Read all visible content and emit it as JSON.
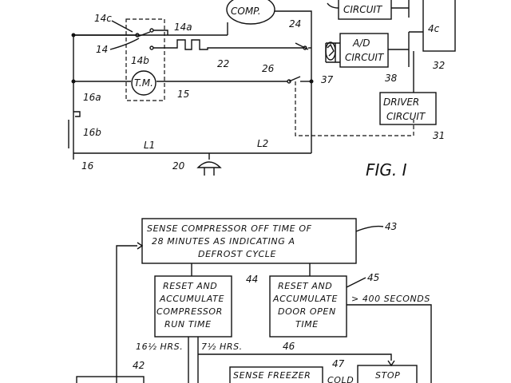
{
  "fig1": {
    "comp": "COMP.",
    "circuit_top": "CIRCUIT",
    "ad_line1": "A/D",
    "ad_line2": "CIRCUIT",
    "driver_line1": "DRIVER",
    "driver_line2": "CIRCUIT",
    "tm": "T.M.",
    "ref_4c": "4c",
    "ref_14c": "14c",
    "ref_14a": "14a",
    "ref_14": "14",
    "ref_14b": "14b",
    "ref_24": "24",
    "ref_22": "22",
    "ref_26": "26",
    "ref_37": "37",
    "ref_38": "38",
    "ref_32": "32",
    "ref_31": "31",
    "ref_15": "15",
    "ref_16a": "16a",
    "ref_16b": "16b",
    "ref_16": "16",
    "ref_20": "20",
    "ref_L1": "L1",
    "ref_L2": "L2",
    "title": "FIG. I"
  },
  "flow": {
    "box43_line1": "SENSE COMPRESSOR OFF TIME OF",
    "box43_line2": "28 MINUTES AS INDICATING A",
    "box43_line3": "DEFROST CYCLE",
    "ref_43": "43",
    "box44_line1": "RESET AND",
    "box44_line2": "ACCUMULATE",
    "box44_line3": "COMPRESSOR",
    "box44_line4": "RUN TIME",
    "ref_44": "44",
    "box45_line1": "RESET AND",
    "box45_line2": "ACCUMULATE",
    "box45_line3": "DOOR OPEN",
    "box45_line4": "TIME",
    "ref_45": "45",
    "gt400": "> 400 SECONDS",
    "hrs_16": "16½ HRS.",
    "hrs_7": "7½ HRS.",
    "ref_46": "46",
    "ref_42": "42",
    "ref_47": "47",
    "sense_freezer": "SENSE FREEZER",
    "cold": "COLD",
    "stop": "STOP"
  }
}
